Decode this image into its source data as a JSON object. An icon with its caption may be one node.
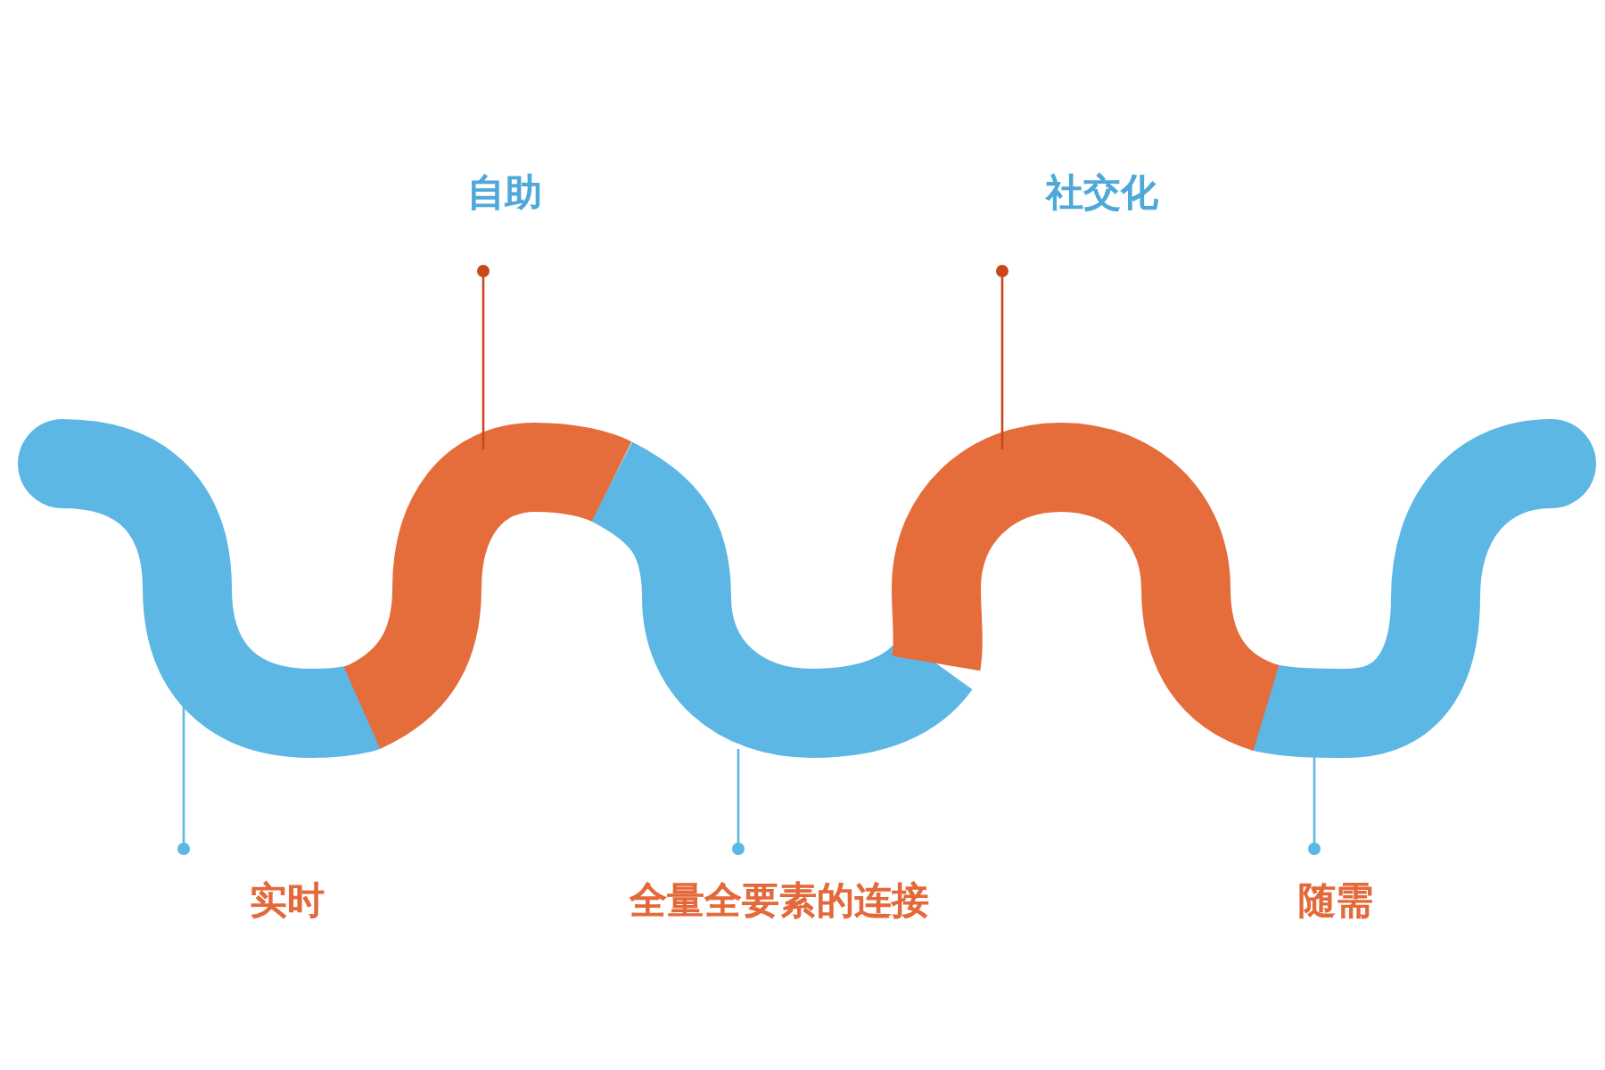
{
  "diagram": {
    "nodes": [
      {
        "text": [
          "自助"
        ]
      },
      {
        "text": [
          "社交化"
        ]
      },
      {
        "text": [
          "实时"
        ]
      },
      {
        "text": [
          "全量全要素的连接"
        ]
      },
      {
        "text": [
          "随需"
        ]
      },
      {
        "text": [],
        "shape": "bar"
      },
      {
        "text": [],
        "shape": "bar"
      },
      {
        "text": [],
        "shape": "bar"
      },
      {
        "text": [],
        "shape": "bar"
      },
      {
        "text": [],
        "shape": "bar"
      }
    ],
    "edges": [
      {
        "from": 0,
        "to": 6,
        "arrow": "other",
        "color": "#c8471c"
      },
      {
        "from": 1,
        "to": 8,
        "arrow": "other",
        "color": "#c8471c"
      },
      {
        "from": 2,
        "to": 5,
        "arrow": "other"
      },
      {
        "from": 3,
        "to": 7,
        "arrow": "other"
      },
      {
        "from": 4,
        "to": 9,
        "arrow": "other"
      }
    ]
  }
}
